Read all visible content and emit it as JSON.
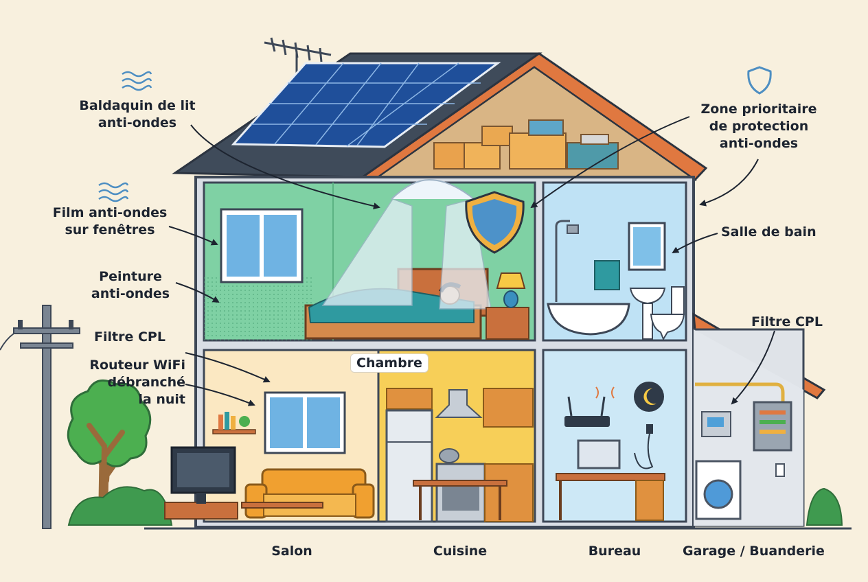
{
  "annotations": {
    "canopy": "Baldaquin de lit\nanti-ondes",
    "film": "Film anti-ondes\nsur fenêtres",
    "paint": "Peinture\nanti-ondes",
    "cpl_left": "Filtre CPL",
    "router": "Routeur WiFi\ndébranché\nla nuit",
    "priority": "Zone prioritaire\nde protection\nanti-ondes",
    "bathroom": "Salle de bain",
    "cpl_right": "Filtre CPL"
  },
  "rooms": {
    "bedroom": "Chambre",
    "living": "Salon",
    "kitchen": "Cuisine",
    "office": "Bureau",
    "garage": "Garage / Buanderie"
  },
  "colors": {
    "outline": "#3d4756",
    "roof_dark": "#3f4b5a",
    "roof_orange": "#e07840",
    "bedroom": "#7fd1a4",
    "bathroom": "#bfe2f5",
    "living": "#fbe8c2",
    "kitchen": "#f7cf58",
    "office": "#cde8f6",
    "garage": "#dfe3e8",
    "attic": "#d9b585",
    "shield": "#4d92c9",
    "wave": "#4d8ec2"
  }
}
